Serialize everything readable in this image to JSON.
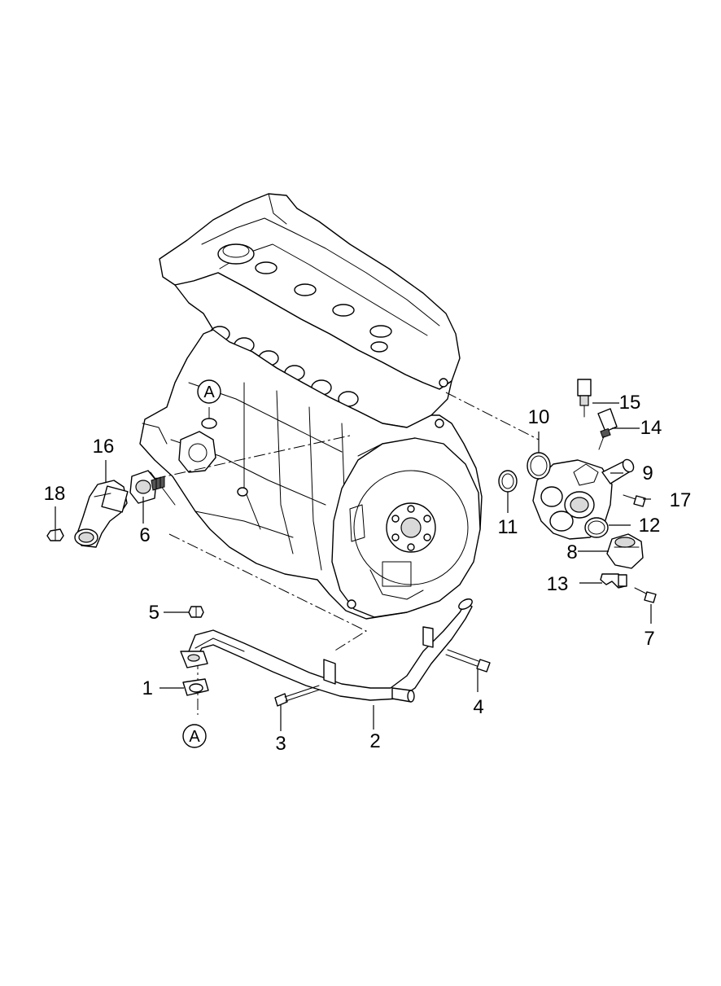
{
  "callouts": {
    "c1": "1",
    "c2": "2",
    "c3": "3",
    "c4": "4",
    "c5": "5",
    "c6": "6",
    "c7": "7",
    "c8": "8",
    "c9": "9",
    "c10": "10",
    "c11": "11",
    "c12": "12",
    "c13": "13",
    "c14": "14",
    "c15": "15",
    "c16": "16",
    "c17": "17",
    "c18": "18"
  },
  "refs": {
    "upper": "A",
    "lower": "A"
  }
}
